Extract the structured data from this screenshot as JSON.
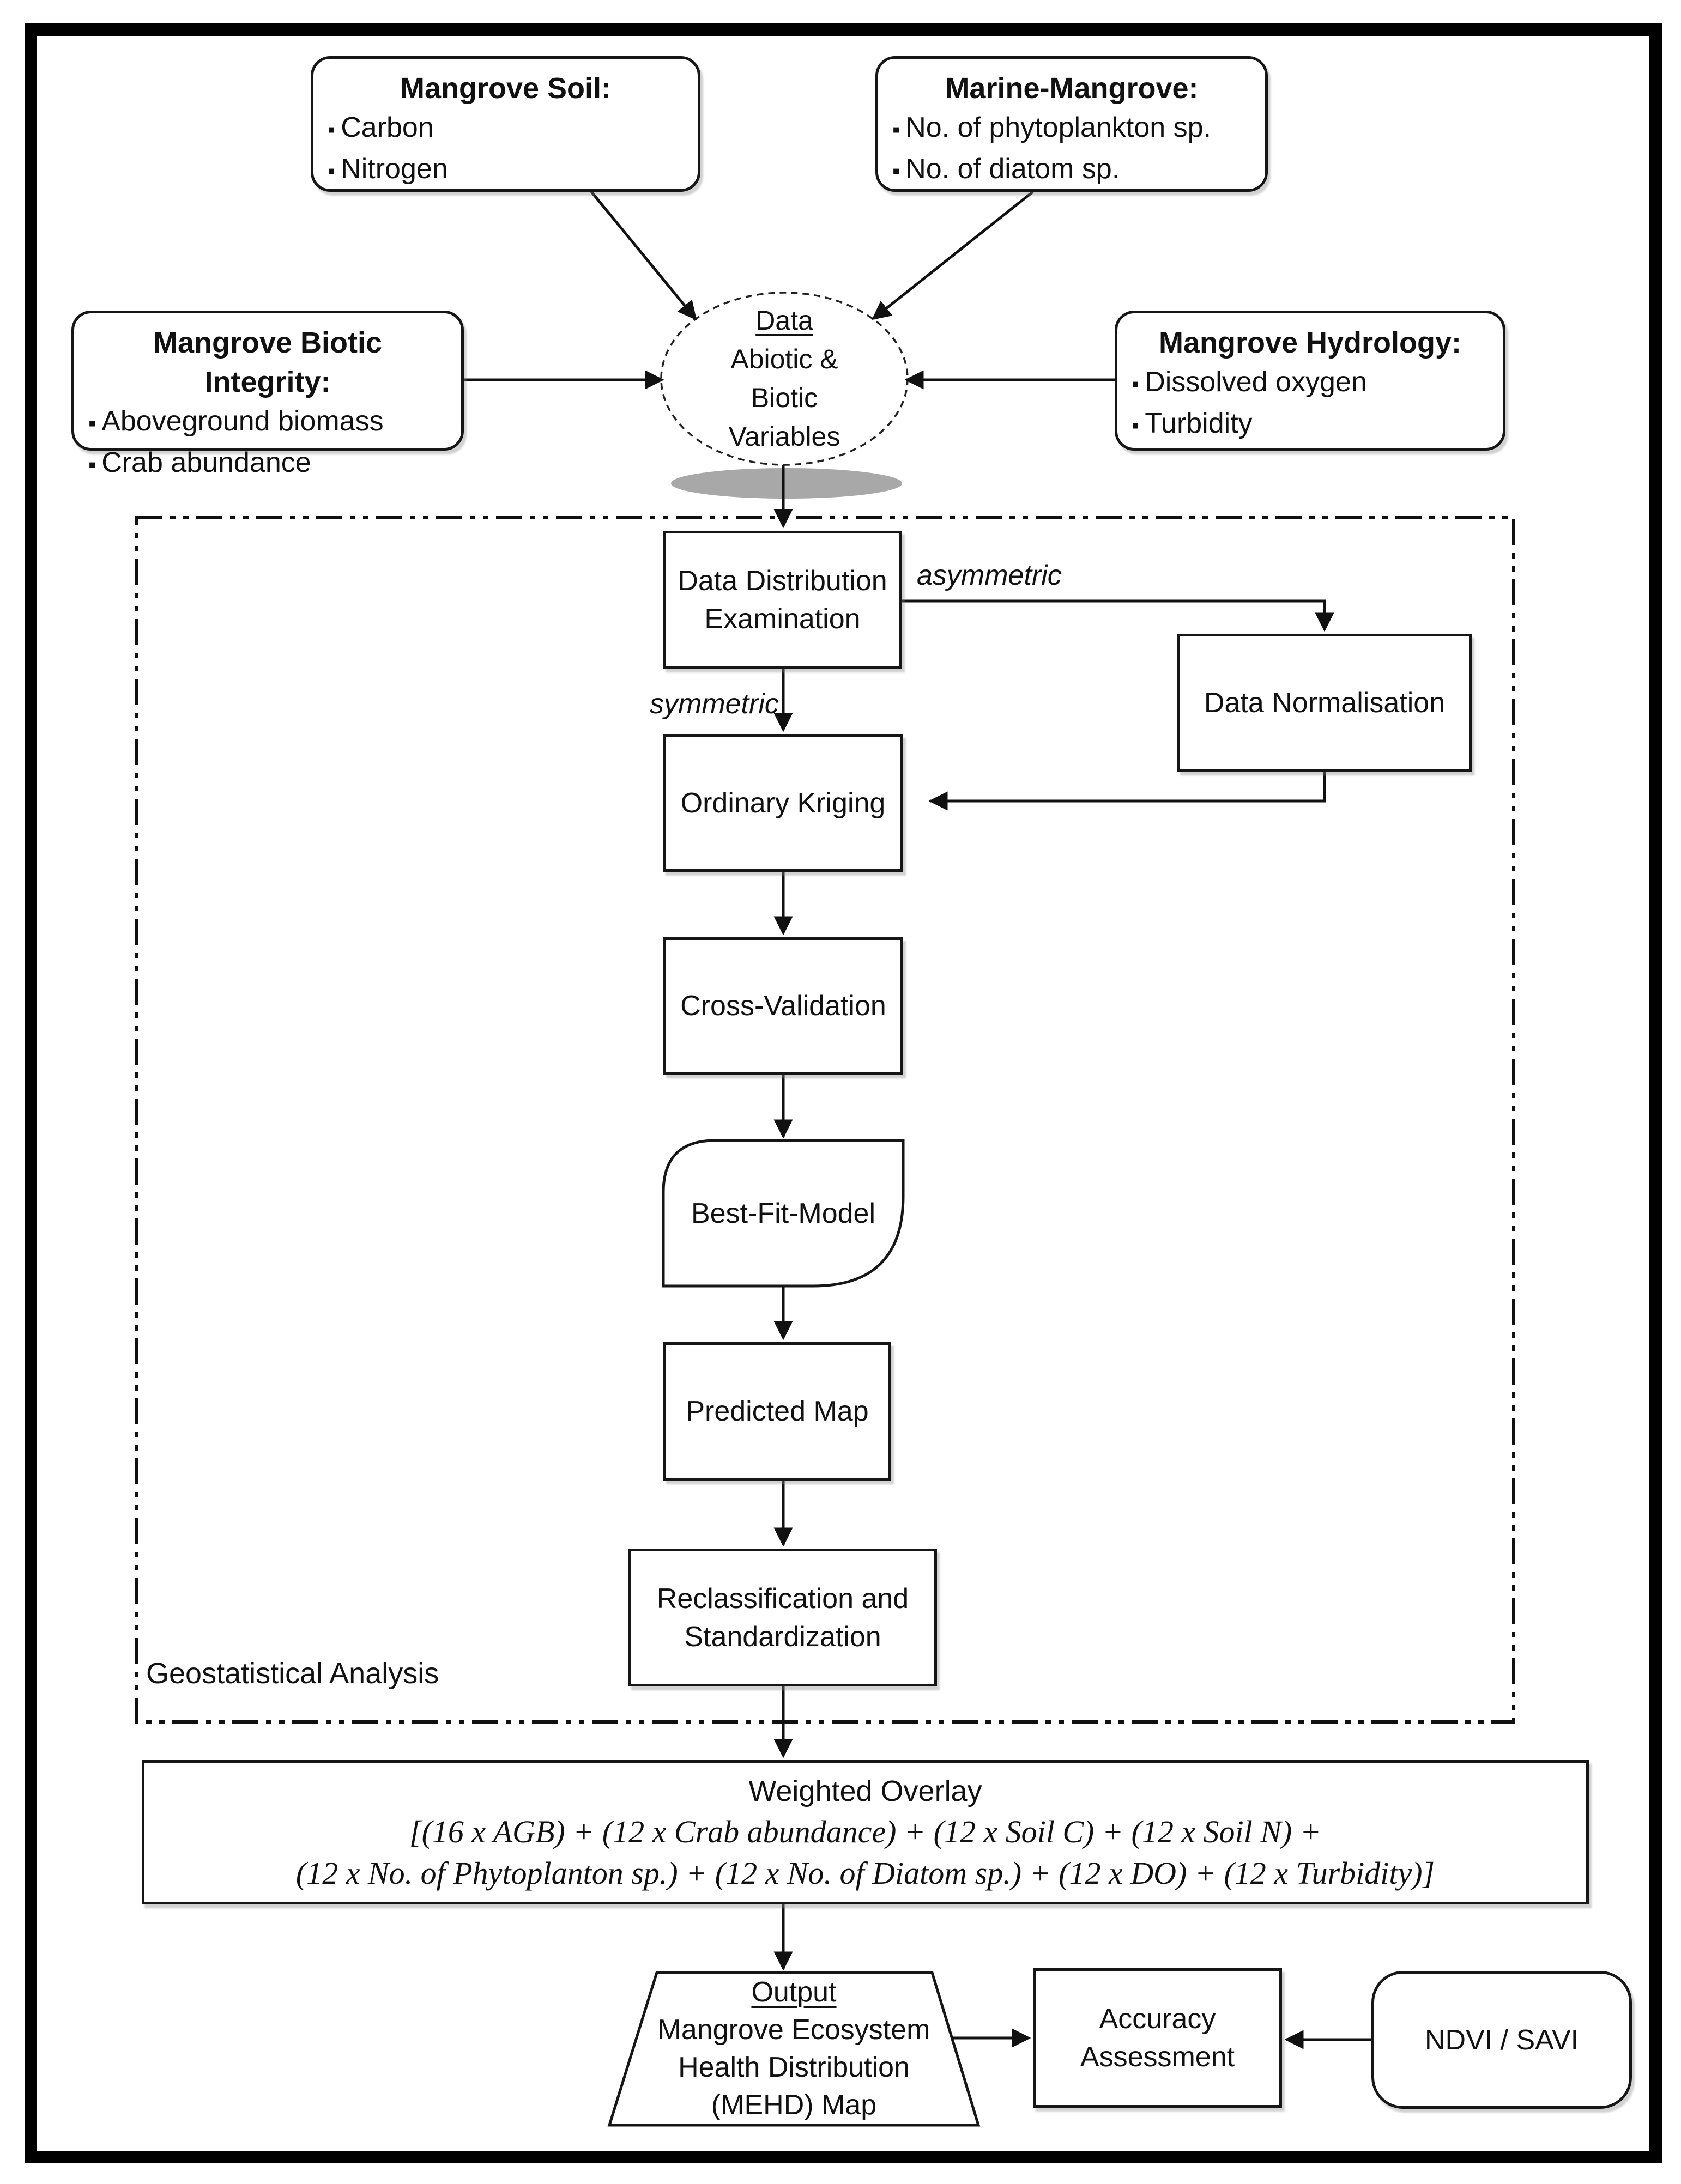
{
  "ui": {
    "bullet": "▪"
  },
  "inputs": {
    "soil": {
      "title": "Mangrove Soil:",
      "items": [
        "Carbon",
        "Nitrogen"
      ]
    },
    "marine": {
      "title": "Marine-Mangrove:",
      "items": [
        "No. of phytoplankton sp.",
        "No. of diatom sp."
      ]
    },
    "biotic": {
      "title": "Mangrove Biotic Integrity:",
      "items": [
        "Aboveground biomass",
        "Crab abundance"
      ]
    },
    "hydrology": {
      "title": "Mangrove Hydrology:",
      "items": [
        "Dissolved oxygen",
        "Turbidity"
      ]
    }
  },
  "hub": {
    "lines": [
      "Data",
      "Abiotic &",
      "Biotic",
      "Variables"
    ]
  },
  "geostat": {
    "label": "Geostatistical Analysis",
    "data_distribution": {
      "line1": "Data Distribution",
      "line2": "Examination"
    },
    "branch_asymmetric": "asymmetric",
    "branch_symmetric": "symmetric",
    "data_normalisation": "Data Normalisation",
    "ordinary_kriging": "Ordinary Kriging",
    "cross_validation": "Cross-Validation",
    "best_fit_model": "Best-Fit-Model",
    "predicted_map": "Predicted Map",
    "reclassification": {
      "line1": "Reclassification and",
      "line2": "Standardization"
    }
  },
  "weighted_overlay": {
    "title": "Weighted Overlay",
    "formula_line1": "[(16 x AGB) + (12 x Crab abundance) + (12 x Soil C) + (12 x Soil N) +",
    "formula_line2": "(12 x No. of Phytoplanton sp.) + (12 x No. of Diatom sp.) + (12 x DO) + (12 x Turbidity)]"
  },
  "output": {
    "title": "Output",
    "lines": [
      "Mangrove Ecosystem",
      "Health Distribution",
      "(MEHD) Map"
    ]
  },
  "accuracy": {
    "line1": "Accuracy",
    "line2": "Assessment"
  },
  "ndvi": "NDVI / SAVI"
}
